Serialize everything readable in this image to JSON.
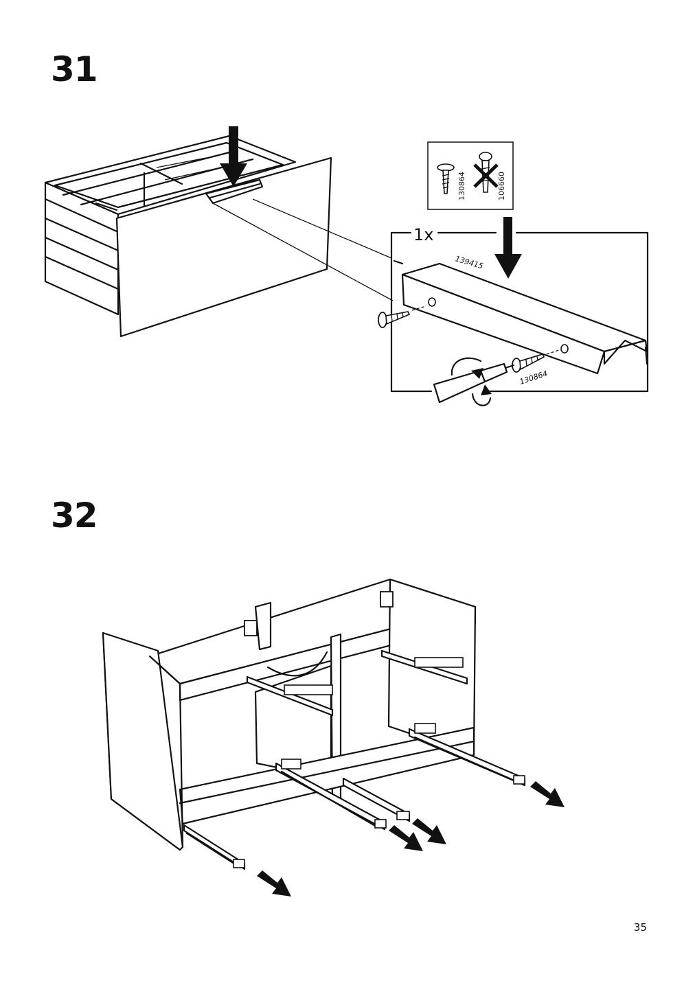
{
  "steps": [
    {
      "number": "31",
      "detail": {
        "quantity": "1x",
        "handle_part": "139415",
        "screw_part": "130864"
      },
      "hardware_box": {
        "use_part": "130864",
        "do_not_use_part": "106660"
      }
    },
    {
      "number": "32"
    }
  ],
  "page_number": "35",
  "icons": [
    "arrow-down-icon",
    "screwdriver-icon",
    "rotation-icon",
    "cross-mark-icon",
    "screw-icon",
    "arrow-diagonal-icon"
  ]
}
